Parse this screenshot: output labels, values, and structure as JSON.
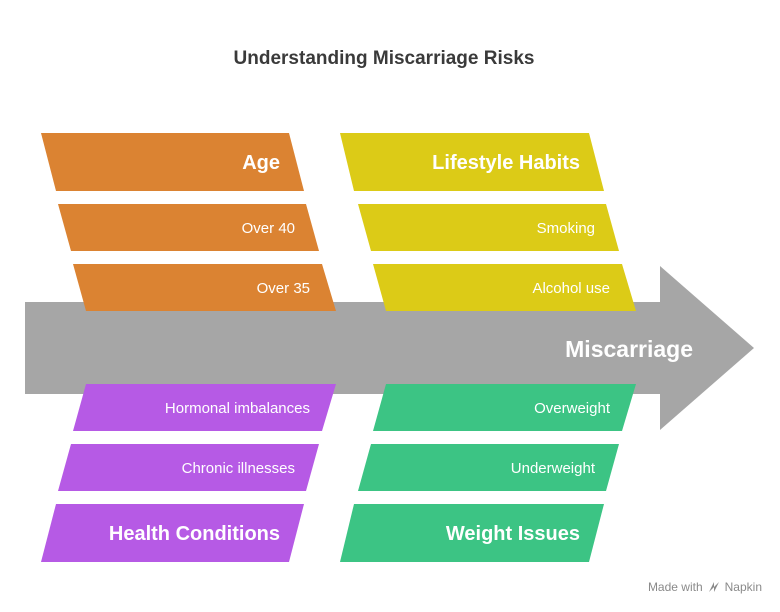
{
  "title": "Understanding Miscarriage Risks",
  "effect": "Miscarriage",
  "colors": {
    "spine": "#a6a6a6",
    "age": "#db8332",
    "lifestyle": "#dccb17",
    "health": "#b65ae5",
    "weight": "#3cc484"
  },
  "categories": {
    "age": {
      "label": "Age",
      "causes": [
        "Over 40",
        "Over 35"
      ]
    },
    "lifestyle": {
      "label": "Lifestyle Habits",
      "causes": [
        "Smoking",
        "Alcohol use"
      ]
    },
    "health": {
      "label": "Health Conditions",
      "causes": [
        "Hormonal imbalances",
        "Chronic illnesses"
      ]
    },
    "weight": {
      "label": "Weight Issues",
      "causes": [
        "Overweight",
        "Underweight"
      ]
    }
  },
  "footer": {
    "made_with": "Made with",
    "brand": "Napkin"
  }
}
